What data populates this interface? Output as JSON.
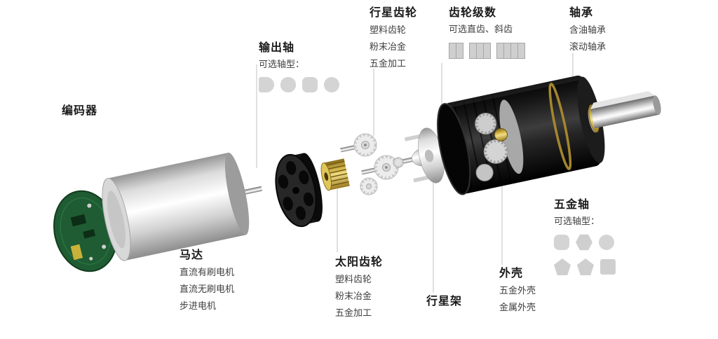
{
  "figure": {
    "background": "#ffffff",
    "colors": {
      "pcb_green": "#1f5c33",
      "brass": "#c9a227",
      "housing_black": "#141414",
      "metal_silver": "#d9d9d9",
      "label_title": "#1a1a1a",
      "label_text": "#3f3f3f",
      "leader_line": "#c0c0c0"
    },
    "labels": {
      "encoder": {
        "title": "编码器"
      },
      "output_shaft": {
        "title": "输出轴",
        "subtitle": "可选轴型：",
        "shape_icons": [
          "d-shaft-icon",
          "oval-shaft-icon",
          "round-square-shaft-icon",
          "round-shaft-icon"
        ]
      },
      "planet_gear": {
        "title": "行星齿轮",
        "items": [
          "塑料齿轮",
          "粉末冶金",
          "五金加工"
        ]
      },
      "gear_stages": {
        "title": "齿轮级数",
        "subtitle": "可选直齿、斜齿",
        "stage_icon_segments": [
          2,
          3,
          4
        ]
      },
      "bearing": {
        "title": "轴承",
        "items": [
          "含油轴承",
          "滚动轴承"
        ]
      },
      "motor": {
        "title": "马达",
        "items": [
          "直流有刷电机",
          "直流无刷电机",
          "步进电机"
        ]
      },
      "sun_gear": {
        "title": "太阳齿轮",
        "items": [
          "塑料齿轮",
          "粉末冶金",
          "五金加工"
        ]
      },
      "planet_carrier": {
        "title": "行星架"
      },
      "housing": {
        "title": "外壳",
        "items": [
          "五金外壳",
          "金属外壳"
        ]
      },
      "metal_shaft": {
        "title": "五金轴",
        "subtitle": "可选轴型：",
        "shape_icons_row1": [
          "round-square-shaft-icon",
          "hexagon-shaft-icon",
          "round-shaft-icon"
        ],
        "shape_icons_row2": [
          "pentagon-shaft-icon",
          "pentagon-shaft-icon",
          "square-shaft-icon"
        ]
      }
    },
    "parts": [
      "encoder-pcb",
      "motor-body",
      "motor-end-cap",
      "sun-gear",
      "planet-gears",
      "planet-carrier",
      "gearbox-housing",
      "output-shaft"
    ]
  }
}
